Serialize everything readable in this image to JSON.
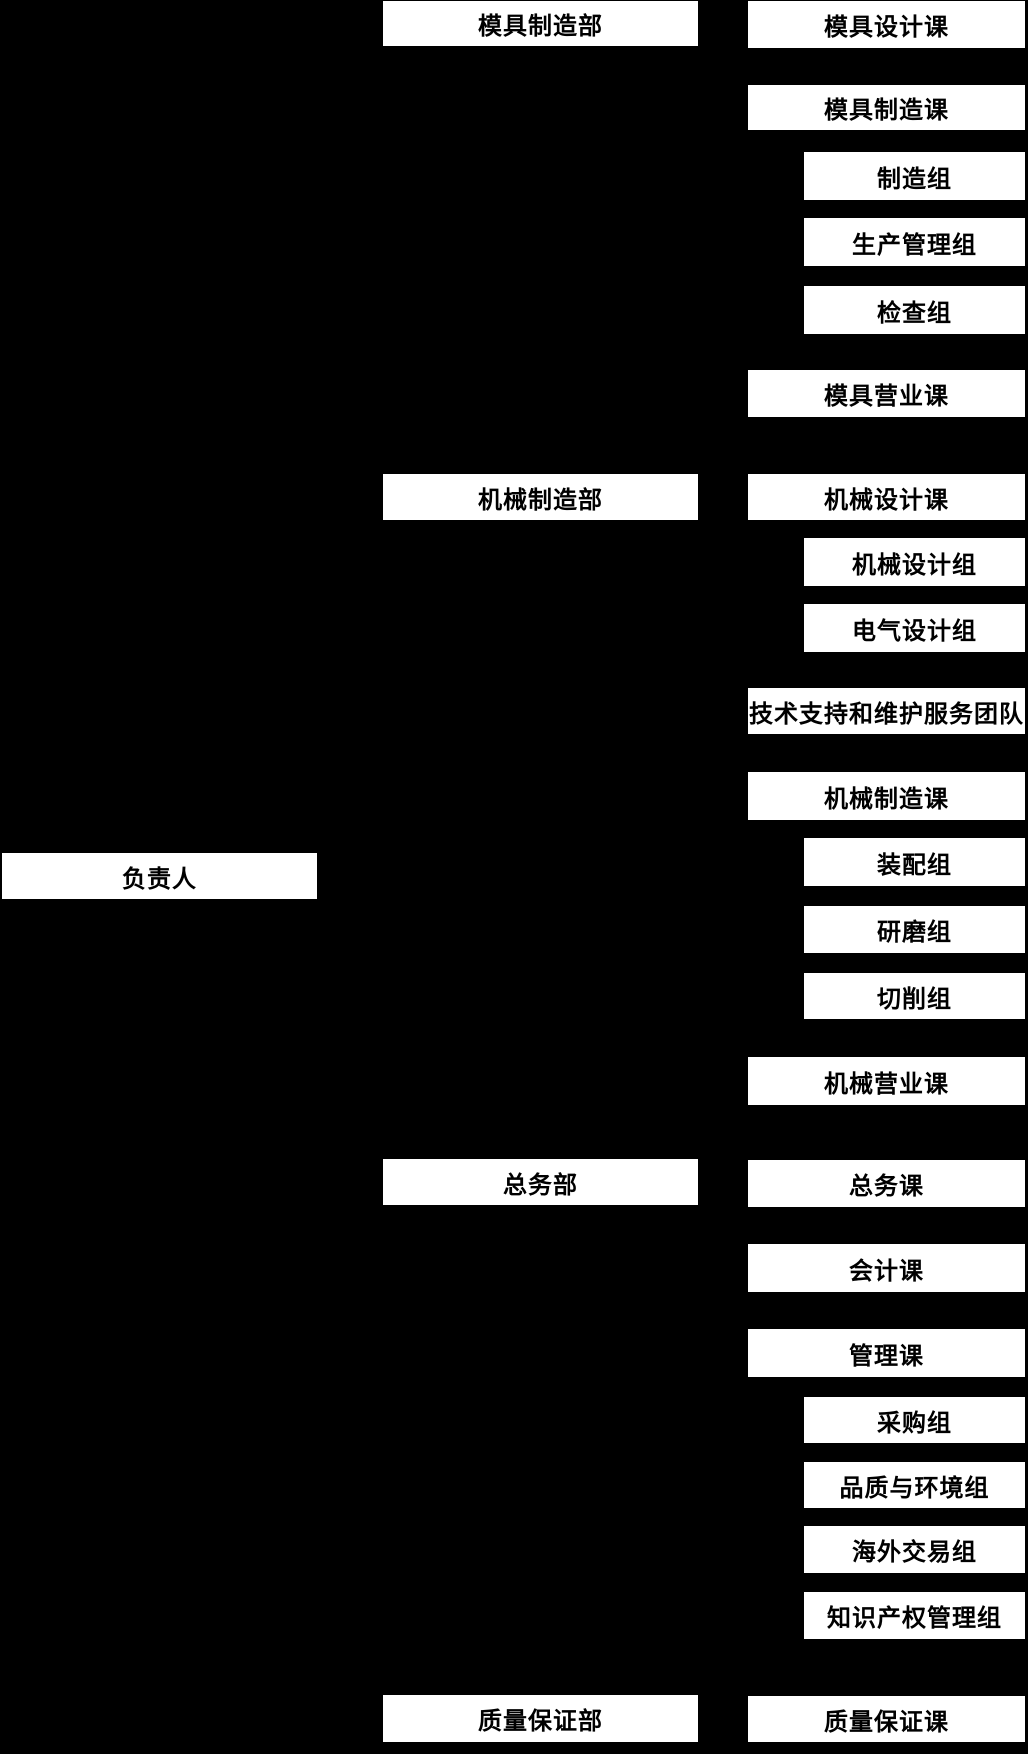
{
  "org": {
    "root": {
      "label": "负责人"
    },
    "departments": [
      {
        "label": "模具制造部",
        "sections": [
          {
            "label": "模具设计课",
            "groups": []
          },
          {
            "label": "模具制造课",
            "groups": [
              {
                "label": "制造组"
              },
              {
                "label": "生产管理组"
              },
              {
                "label": "检查组"
              }
            ]
          },
          {
            "label": "模具营业课",
            "groups": []
          }
        ]
      },
      {
        "label": "机械制造部",
        "sections": [
          {
            "label": "机械设计课",
            "groups": [
              {
                "label": "机械设计组"
              },
              {
                "label": "电气设计组"
              }
            ]
          },
          {
            "label": "技术支持和维护服务团队",
            "groups": []
          },
          {
            "label": "机械制造课",
            "groups": [
              {
                "label": "装配组"
              },
              {
                "label": "研磨组"
              },
              {
                "label": "切削组"
              }
            ]
          },
          {
            "label": "机械营业课",
            "groups": []
          }
        ]
      },
      {
        "label": "总务部",
        "sections": [
          {
            "label": "总务课",
            "groups": []
          },
          {
            "label": "会计课",
            "groups": []
          },
          {
            "label": "管理课",
            "groups": [
              {
                "label": "采购组"
              },
              {
                "label": "品质与环境组"
              },
              {
                "label": "海外交易组"
              },
              {
                "label": "知识产权管理组"
              }
            ]
          }
        ]
      },
      {
        "label": "质量保证部",
        "sections": [
          {
            "label": "质量保证课",
            "groups": []
          }
        ]
      }
    ]
  },
  "colors": {
    "background": "#000000",
    "node_fill": "#ffffff",
    "node_text": "#000000"
  }
}
